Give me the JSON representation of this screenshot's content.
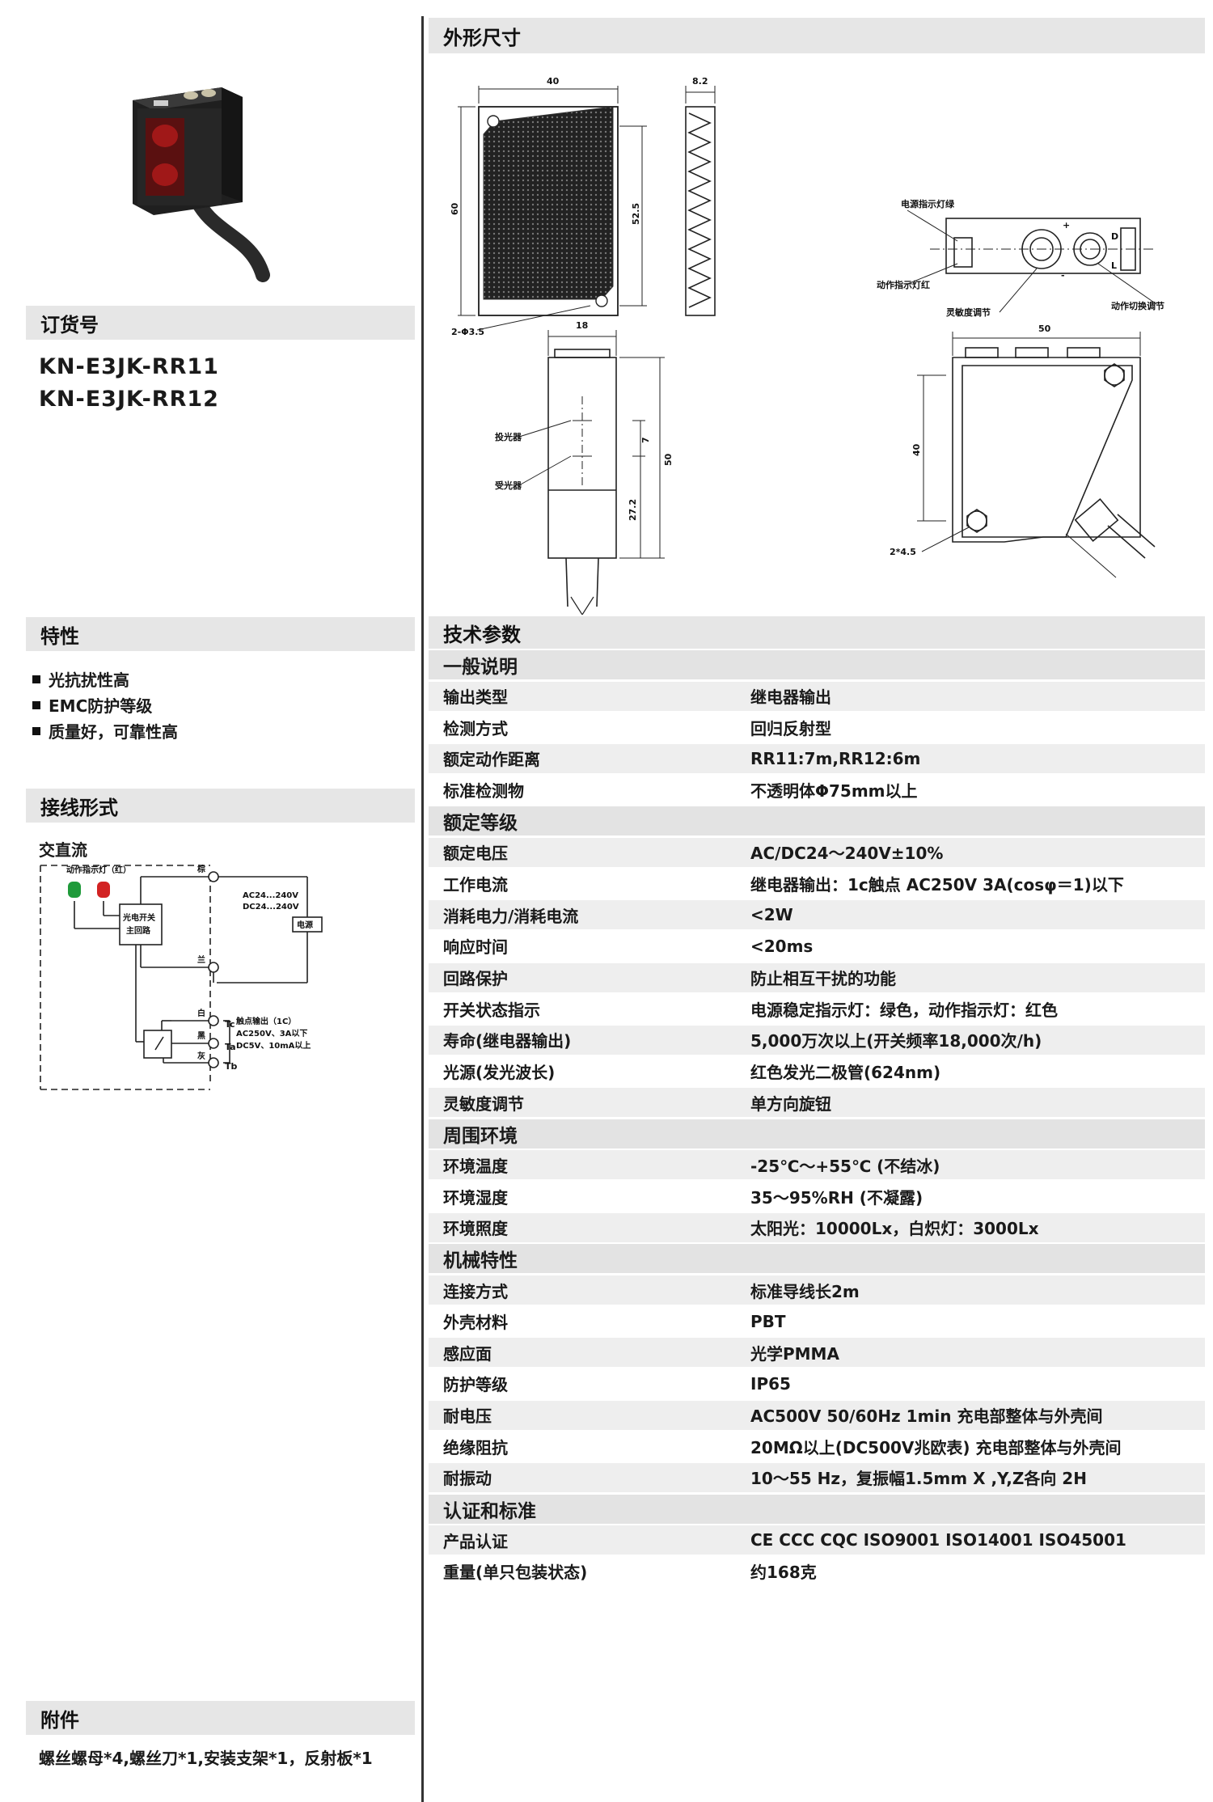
{
  "sections": {
    "order_title": "订货号",
    "features_title": "特性",
    "wiring_title": "接线形式",
    "accessories_title": "附件",
    "dimensions_title": "外形尺寸",
    "specs_title": "技术参数"
  },
  "order_numbers": [
    "KN-E3JK-RR11",
    "KN-E3JK-RR12"
  ],
  "features": [
    "光抗扰性高",
    "EMC防护等级",
    "质量好，可靠性高"
  ],
  "wiring": {
    "subtitle": "交直流",
    "indicator_label": "动作指示灯（红）",
    "circuit_label_1": "光电开关",
    "circuit_label_2": "主回路",
    "supply_voltage_1": "AC24...240V",
    "supply_voltage_2": "DC24...240V",
    "power_label": "电源",
    "wire_brown": "棕",
    "wire_blue": "兰",
    "wire_white": "白",
    "wire_black": "黑",
    "wire_gray": "灰",
    "term_tc": "Tc",
    "term_ta": "Ta",
    "term_tb": "Tb",
    "contact_note_1": "触点输出（1C）",
    "contact_note_2": "AC250V、3A以下",
    "contact_note_3": "DC5V、10mA以上"
  },
  "accessories": "螺丝螺母*4,螺丝刀*1,安装支架*1，反射板*1",
  "dimensions": {
    "d40": "40",
    "d8_2": "8.2",
    "d60": "60",
    "d52_5": "52.5",
    "hole": "2-Φ3.5",
    "d18": "18",
    "d7": "7",
    "d50_side": "50",
    "d27_2": "27.2",
    "emitter": "投光器",
    "receiver": "受光器",
    "d50_top": "50",
    "d40_right": "40",
    "d2_4_5": "2*4.5",
    "power_led": "电源指示灯绿",
    "action_led": "动作指示灯红",
    "sens_adj": "灵敏度调节",
    "mode_adj": "动作切换调节",
    "mark_plus": "+",
    "mark_minus": "-",
    "mark_d": "D",
    "mark_l": "L"
  },
  "specs": [
    {
      "type": "group",
      "key": "一般说明",
      "value": ""
    },
    {
      "type": "row",
      "key": "输出类型",
      "value": "继电器输出"
    },
    {
      "type": "row",
      "key": "检测方式",
      "value": "回归反射型"
    },
    {
      "type": "row",
      "key": "额定动作距离",
      "value": "RR11:7m,RR12:6m"
    },
    {
      "type": "row",
      "key": "标准检测物",
      "value": "不透明体Φ75mm以上"
    },
    {
      "type": "group",
      "key": "额定等级",
      "value": ""
    },
    {
      "type": "row",
      "key": "额定电压",
      "value": "AC/DC24～240V±10%"
    },
    {
      "type": "row",
      "key": "工作电流",
      "value": "继电器输出：1c触点 AC250V 3A(cosφ＝1)以下"
    },
    {
      "type": "row",
      "key": "消耗电力/消耗电流",
      "value": "<2W"
    },
    {
      "type": "row",
      "key": "响应时间",
      "value": "<20ms"
    },
    {
      "type": "row",
      "key": "回路保护",
      "value": "防止相互干扰的功能"
    },
    {
      "type": "row",
      "key": "开关状态指示",
      "value": "电源稳定指示灯：绿色，动作指示灯：红色"
    },
    {
      "type": "row",
      "key": "寿命(继电器输出)",
      "value": "5,000万次以上(开关频率18,000次/h)"
    },
    {
      "type": "row",
      "key": "光源(发光波长)",
      "value": "红色发光二极管(624nm)"
    },
    {
      "type": "row",
      "key": "灵敏度调节",
      "value": "单方向旋钮"
    },
    {
      "type": "group",
      "key": "周围环境",
      "value": ""
    },
    {
      "type": "row",
      "key": "环境温度",
      "value": "-25℃～+55℃ (不结冰)"
    },
    {
      "type": "row",
      "key": "环境湿度",
      "value": "35～95%RH (不凝露)"
    },
    {
      "type": "row",
      "key": "环境照度",
      "value": "太阳光：10000Lx，白炽灯：3000Lx"
    },
    {
      "type": "group",
      "key": "机械特性",
      "value": ""
    },
    {
      "type": "row",
      "key": "连接方式",
      "value": "标准导线长2m"
    },
    {
      "type": "row",
      "key": "外壳材料",
      "value": "PBT"
    },
    {
      "type": "row",
      "key": "感应面",
      "value": "光学PMMA"
    },
    {
      "type": "row",
      "key": "防护等级",
      "value": "IP65"
    },
    {
      "type": "row",
      "key": "耐电压",
      "value": "AC500V 50/60Hz 1min 充电部整体与外壳间"
    },
    {
      "type": "row",
      "key": "绝缘阻抗",
      "value": "20MΩ以上(DC500V兆欧表) 充电部整体与外壳间"
    },
    {
      "type": "row",
      "key": "耐振动",
      "value": "10～55 Hz，复振幅1.5mm X ,Y,Z各向 2H"
    },
    {
      "type": "group",
      "key": "认证和标准",
      "value": ""
    },
    {
      "type": "row",
      "key": "产品认证",
      "value": "CE  CCC  CQC  ISO9001  ISO14001  ISO45001"
    },
    {
      "type": "row",
      "key": "重量(单只包装状态)",
      "value": "约168克"
    }
  ]
}
